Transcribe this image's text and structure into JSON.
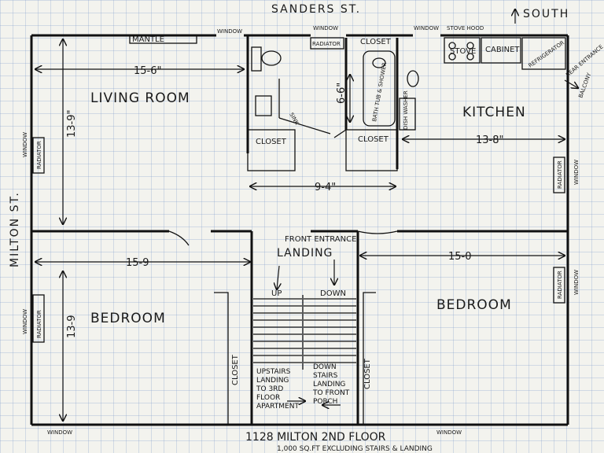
{
  "streets": {
    "north": "SANDERS ST.",
    "west": "MILTON ST.",
    "compass": "SOUTH"
  },
  "rooms": {
    "living": "LIVING ROOM",
    "kitchen": "KITCHEN",
    "bedroom_left": "BEDROOM",
    "bedroom_right": "BEDROOM",
    "landing": "LANDING"
  },
  "dimensions": {
    "living_width": "15-6\"",
    "living_height": "13-9\"",
    "bath_height": "6-6\"",
    "kitchen_width": "13-8\"",
    "hall_width": "9-4\"",
    "bed_left_width": "15-9",
    "bed_left_height": "13-9",
    "bed_right_width": "15-0"
  },
  "labels": {
    "mantle": "MANTLE",
    "window": "WINDOW",
    "radiator": "RADIATOR",
    "closet": "CLOSET",
    "sink": "SINK",
    "bath": "BATH TUB & SHOWER",
    "dishwasher": "DISH WASHER",
    "stove_hood": "STOVE HOOD",
    "stove": "STOVE",
    "cabinet": "CABINET",
    "refrigerator": "REFRIGERATOR",
    "rear_entrance": "REAR ENTRANCE",
    "balcony": "BALCONY",
    "front_entrance": "FRONT ENTRANCE",
    "up": "UP",
    "down": "DOWN",
    "upstairs_landing": "UPSTAIRS LANDING",
    "to_3rd": "TO 3RD FLOOR APARTMENT",
    "down_stairs_landing": "DOWN STAIRS LANDING",
    "to_porch": "TO FRONT PORCH"
  },
  "footer": {
    "title": "1128 MILTON 2ND FLOOR",
    "subtitle": "1,000 SQ.FT EXCLUDING STAIRS & LANDING"
  }
}
